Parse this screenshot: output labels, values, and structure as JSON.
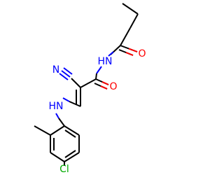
{
  "molecule": {
    "labels": {
      "amide_nh": "HN",
      "amide_o": "O",
      "nitrile_n": "N",
      "nitrile_c": "C",
      "amine_nh": "HN",
      "chlorine": "Cl",
      "ketone_o": "O"
    },
    "colors": {
      "bond": "#000000",
      "nitrogen": "#0000ff",
      "oxygen": "#ff0000",
      "chlorine": "#00aa00",
      "carbon": "#000000"
    }
  }
}
